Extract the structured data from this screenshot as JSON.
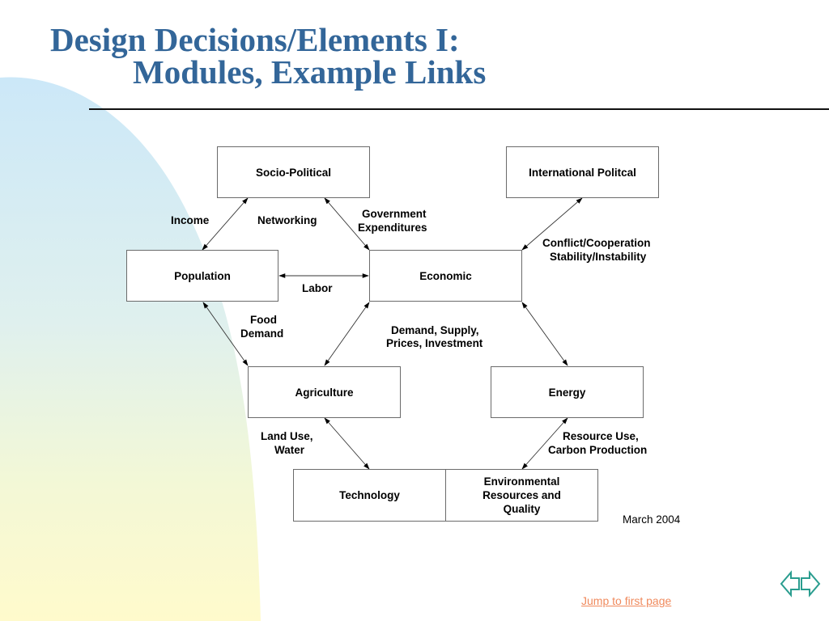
{
  "slide": {
    "title_line1": "Design Decisions/Elements I:",
    "title_line2": "Modules, Example Links",
    "date": "March 2004",
    "jump_link": "Jump to first page",
    "colors": {
      "title": "#336699",
      "link": "#f08a5d",
      "nav_arrows": "#2a9d8f",
      "bg_gradient_top": "#cce8f8",
      "bg_gradient_bottom": "#fffacc"
    }
  },
  "nav": {
    "prev_icon": "left-arrow-outline-icon",
    "next_icon": "right-arrow-outline-icon"
  },
  "diagram": {
    "modules": {
      "socio_political": "Socio-Political",
      "international_political": "International Politcal",
      "population": "Population",
      "economic": "Economic",
      "agriculture": "Agriculture",
      "energy": "Energy",
      "technology": "Technology",
      "environmental": "Environmental Resources and Quality"
    },
    "links": {
      "income": "Income",
      "networking": "Networking",
      "gov_exp_1": "Government",
      "gov_exp_2": "Expenditures",
      "conflict_1": "Conflict/Cooperation",
      "conflict_2": "Stability/Instability",
      "labor": "Labor",
      "food_1": "Food",
      "food_2": "Demand",
      "demand_1": "Demand, Supply,",
      "demand_2": "Prices, Investment",
      "land_1": "Land Use,",
      "land_2": "Water",
      "resource_1": "Resource Use,",
      "resource_2": "Carbon Production"
    }
  }
}
